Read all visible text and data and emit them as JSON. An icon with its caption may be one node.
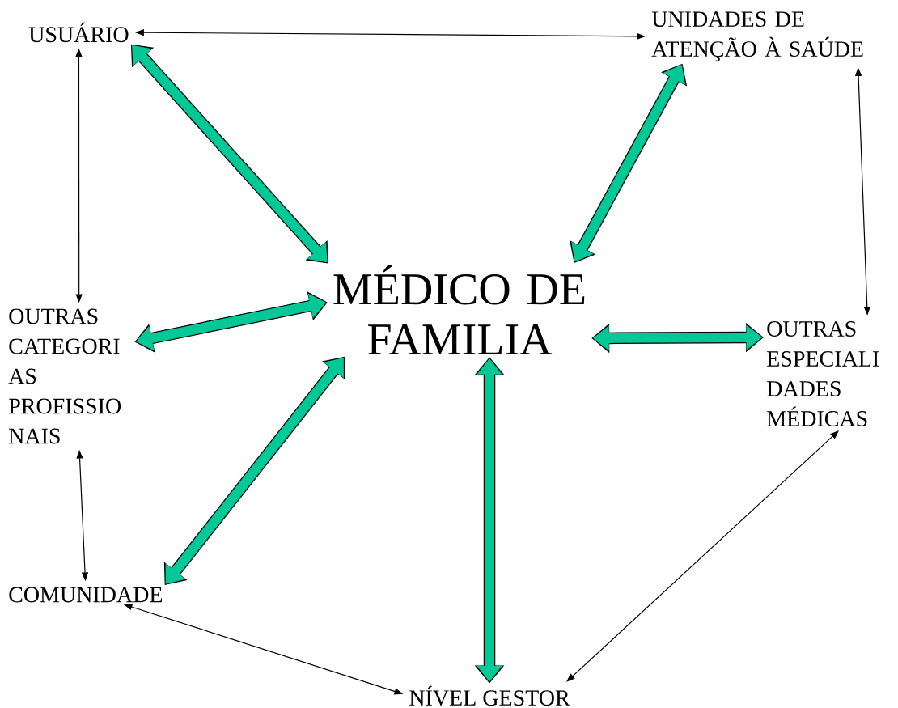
{
  "diagram": {
    "nodes": [
      {
        "text": [
          "USUÁRIO"
        ]
      },
      {
        "text": [
          "UNIDADES DE ATENÇÃO À SAÚDE"
        ]
      },
      {
        "text": [
          "MÉDICO DE FAMILIA"
        ]
      },
      {
        "text": [
          "OUTRAS CATEGORI AS PROFISSIO NAIS"
        ]
      },
      {
        "text": [
          "OUTRAS ESPECIALI DADES MÉDICAS"
        ]
      },
      {
        "text": [
          "COMUNIDADE"
        ]
      },
      {
        "text": [
          "NÍVEL GESTOR"
        ]
      }
    ],
    "edges": [
      {
        "from": 0,
        "to": 1,
        "arrow": "both"
      },
      {
        "from": 0,
        "to": 3,
        "arrow": "both"
      },
      {
        "from": 1,
        "to": 4,
        "arrow": "both"
      },
      {
        "from": 3,
        "to": 5,
        "arrow": "both"
      },
      {
        "from": 5,
        "to": 6,
        "arrow": "both"
      },
      {
        "from": 6,
        "to": 4,
        "arrow": "both"
      },
      {
        "from": 0,
        "to": 2,
        "arrow": "both",
        "style": "thick",
        "color": "#00c896"
      },
      {
        "from": 1,
        "to": 2,
        "arrow": "both",
        "style": "thick",
        "color": "#00c896"
      },
      {
        "from": 3,
        "to": 2,
        "arrow": "both",
        "style": "thick",
        "color": "#00c896"
      },
      {
        "from": 2,
        "to": 4,
        "arrow": "both",
        "style": "thick",
        "color": "#00c896"
      },
      {
        "from": 5,
        "to": 2,
        "arrow": "both",
        "style": "thick",
        "color": "#00c896"
      },
      {
        "from": 2,
        "to": 6,
        "arrow": "both",
        "style": "thick",
        "color": "#00c896"
      }
    ]
  }
}
